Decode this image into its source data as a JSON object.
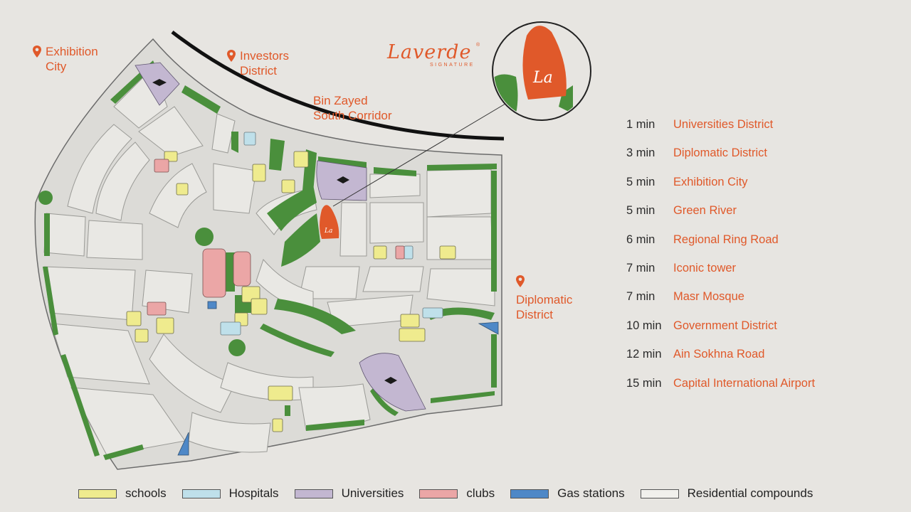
{
  "brand": {
    "name": "Laverde",
    "subtitle": "SIGNATURE",
    "registered": "®"
  },
  "places": {
    "exhibition_city": [
      "Exhibition",
      "City"
    ],
    "investors_district": [
      "Investors",
      "District"
    ],
    "corridor": [
      "Bin Zayed",
      "South Corridor"
    ],
    "diplomatic_district": [
      "Diplomatic",
      "District"
    ]
  },
  "marker_label": "La",
  "travel_times": [
    {
      "time": "1 min",
      "destination": "Universities District"
    },
    {
      "time": "3 min",
      "destination": "Diplomatic District"
    },
    {
      "time": "5 min",
      "destination": "Exhibition City"
    },
    {
      "time": "5 min",
      "destination": "Green River"
    },
    {
      "time": "6 min",
      "destination": "Regional Ring Road"
    },
    {
      "time": "7 min",
      "destination": "Iconic tower"
    },
    {
      "time": "7 min",
      "destination": "Masr Mosque"
    },
    {
      "time": "10 min",
      "destination": "Government District"
    },
    {
      "time": "12 min",
      "destination": "Ain Sokhna Road"
    },
    {
      "time": "15 min",
      "destination": "Capital International Airport"
    }
  ],
  "legend": [
    {
      "label": "schools",
      "color": "#efeb8e"
    },
    {
      "label": "Hospitals",
      "color": "#bfe0ea"
    },
    {
      "label": "Universities",
      "color": "#c3b7d1"
    },
    {
      "label": "clubs",
      "color": "#eba6a6"
    },
    {
      "label": "Gas stations",
      "color": "#4e88c7"
    },
    {
      "label": "Residential compounds",
      "color": "#f1f0ec"
    }
  ],
  "colors": {
    "background": "#e7e5e1",
    "accent": "#e0592a",
    "green": "#4a8f3c",
    "road": "#ffffff",
    "block": "#dfdedb"
  }
}
